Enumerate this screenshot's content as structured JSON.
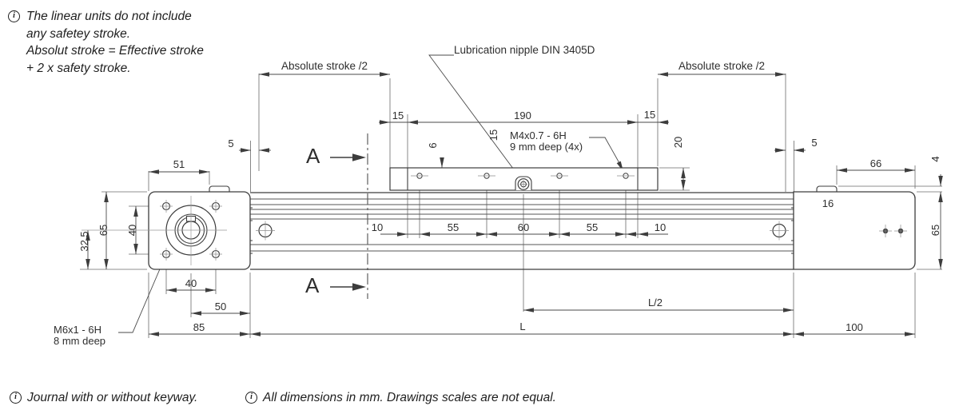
{
  "glyphs": {
    "info": "i"
  },
  "notes": {
    "top": {
      "line1": "The linear units do not include",
      "line2": "any safetey stroke.",
      "line3": "Absolut stroke = Effective stroke",
      "line4": "+ 2 x safety stroke."
    },
    "bottom_left": "Journal with or without keyway.",
    "bottom_right": "All dimensions in mm. Drawings scales are not equal."
  },
  "callouts": {
    "lubrication": "Lubrication nipple DIN 3405D",
    "m4_thread": "M4x0.7 - 6H",
    "m4_depth": "9 mm deep (4x)",
    "m6_thread": "M6x1 - 6H",
    "m6_depth": "8 mm deep"
  },
  "section": {
    "label_top": "A",
    "label_bottom": "A"
  },
  "dims": {
    "absolute_stroke_left": "Absolute stroke /2",
    "absolute_stroke_right": "Absolute stroke /2",
    "d5_left": "5",
    "d5_right": "5",
    "d15_left": "15",
    "d190": "190",
    "d15_right": "15",
    "d6": "6",
    "d15_vertical": "15",
    "d20": "20",
    "d51": "51",
    "d65_left": "65",
    "d40_left": "40",
    "d32_5": "32,5",
    "d10_left": "10",
    "d55_left": "55",
    "d60": "60",
    "d55_right": "55",
    "d10_right": "10",
    "d66": "66",
    "d4": "4",
    "d16": "16",
    "d65_right": "65",
    "d40_bottom": "40",
    "d50": "50",
    "d85": "85",
    "L": "L",
    "L_half": "L/2",
    "d100": "100"
  }
}
